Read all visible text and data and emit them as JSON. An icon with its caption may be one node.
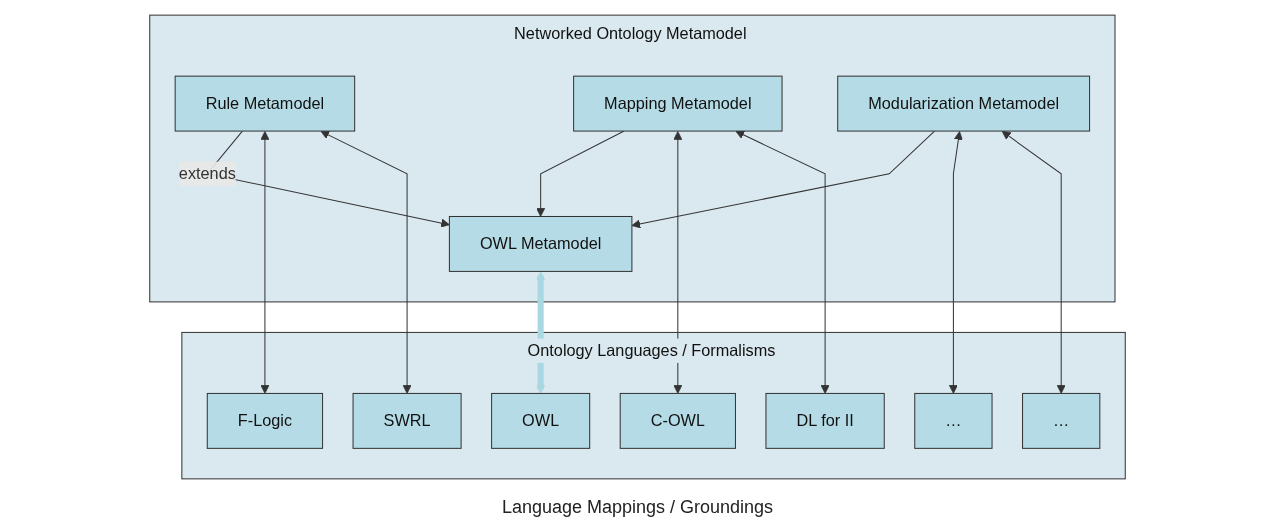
{
  "diagram": {
    "nodes": [
      {
        "text": [
          "Networked Ontology Metamodel"
        ]
      },
      {
        "text": [
          "OWL Metamodel"
        ],
        "in": 0
      },
      {
        "text": [
          "Rule Metamodel"
        ],
        "in": 0
      },
      {
        "text": [
          "Mapping Metamodel"
        ],
        "in": 0
      },
      {
        "text": [
          "Modularization Metamodel"
        ],
        "in": 0
      },
      {
        "text": [
          "Ontology Languages / Formalisms"
        ]
      },
      {
        "text": [
          "OWL"
        ],
        "in": 5
      },
      {
        "text": [
          "F-Logic"
        ],
        "in": 5
      },
      {
        "text": [
          "C-OWL"
        ],
        "in": 5
      },
      {
        "text": [
          "…"
        ],
        "in": 5
      },
      {
        "text": [
          "SWRL"
        ],
        "in": 5
      },
      {
        "text": [
          "DL for II"
        ],
        "in": 5
      },
      {
        "text": [
          "…"
        ],
        "in": 5
      }
    ],
    "edges": [
      {
        "from": 1,
        "to": 6,
        "arrow": "both",
        "style": "thick",
        "color": "#a8d8e2"
      },
      {
        "from": 2,
        "to": 1,
        "arrow": "to",
        "label": "extends"
      },
      {
        "from": 3,
        "to": 1,
        "arrow": "to"
      },
      {
        "from": 4,
        "to": 1,
        "arrow": "to"
      },
      {
        "from": 2,
        "to": 7,
        "arrow": "both"
      },
      {
        "from": 2,
        "to": 10,
        "arrow": "both"
      },
      {
        "from": 3,
        "to": 8,
        "arrow": "both"
      },
      {
        "from": 3,
        "to": 11,
        "arrow": "both"
      },
      {
        "from": 4,
        "to": 9,
        "arrow": "both"
      },
      {
        "from": 4,
        "to": 12,
        "arrow": "both"
      }
    ],
    "labels": [
      "Language Mappings / Groundings"
    ]
  }
}
